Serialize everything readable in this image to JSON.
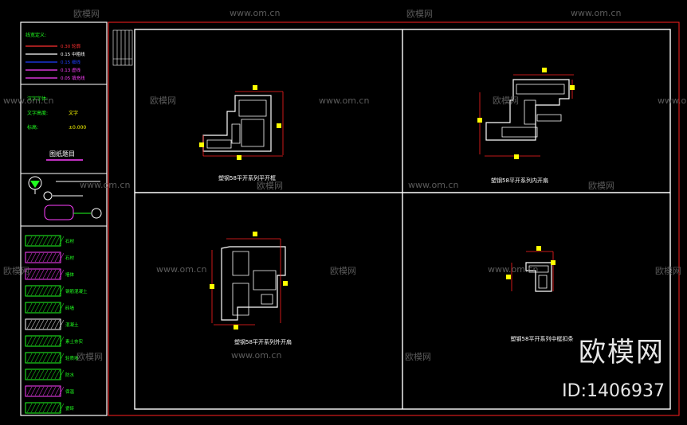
{
  "watermark": {
    "brand": "欧模网",
    "url": "www.om.cn",
    "id_text": "ID:1406937"
  },
  "legend": {
    "line_header": "线宽定义:",
    "line_rows": [
      {
        "label": "0.30  轮廓",
        "color": "#ff3030"
      },
      {
        "label": "0.15  中粗线",
        "color": "#ffffff"
      },
      {
        "label": "0.15  细线",
        "color": "#2040ff"
      },
      {
        "label": "0.13  虚线",
        "color": "#ff40ff"
      },
      {
        "label": "0.05  填充线",
        "color": "#ff40ff"
      }
    ],
    "font_rows": [
      {
        "label": "汉字字体:",
        "value": ""
      },
      {
        "label": "文字高度:",
        "value": "文字"
      },
      {
        "label": "标高:",
        "value": "±0.000"
      }
    ],
    "drawing_title_label": "图纸题目",
    "hatch_labels": [
      "石材",
      "石材",
      "墙体",
      "钢筋混凝土",
      "砖墙",
      "混凝土",
      "素土夯实",
      "轻质墙",
      "防水",
      "保温",
      "瓷砖"
    ]
  },
  "drawings": [
    {
      "title": "塑钢58平开系列平开框"
    },
    {
      "title": "塑钢58平开系列内开扇"
    },
    {
      "title": "塑钢58平开系列外开扇"
    },
    {
      "title": "塑钢58平开系列中梃扣条"
    }
  ],
  "colors": {
    "frame": "#ffffff",
    "border": "#ff2020",
    "dim": "#ff2020",
    "dim_text": "#ffff00",
    "legend_text": "#20ff20"
  }
}
